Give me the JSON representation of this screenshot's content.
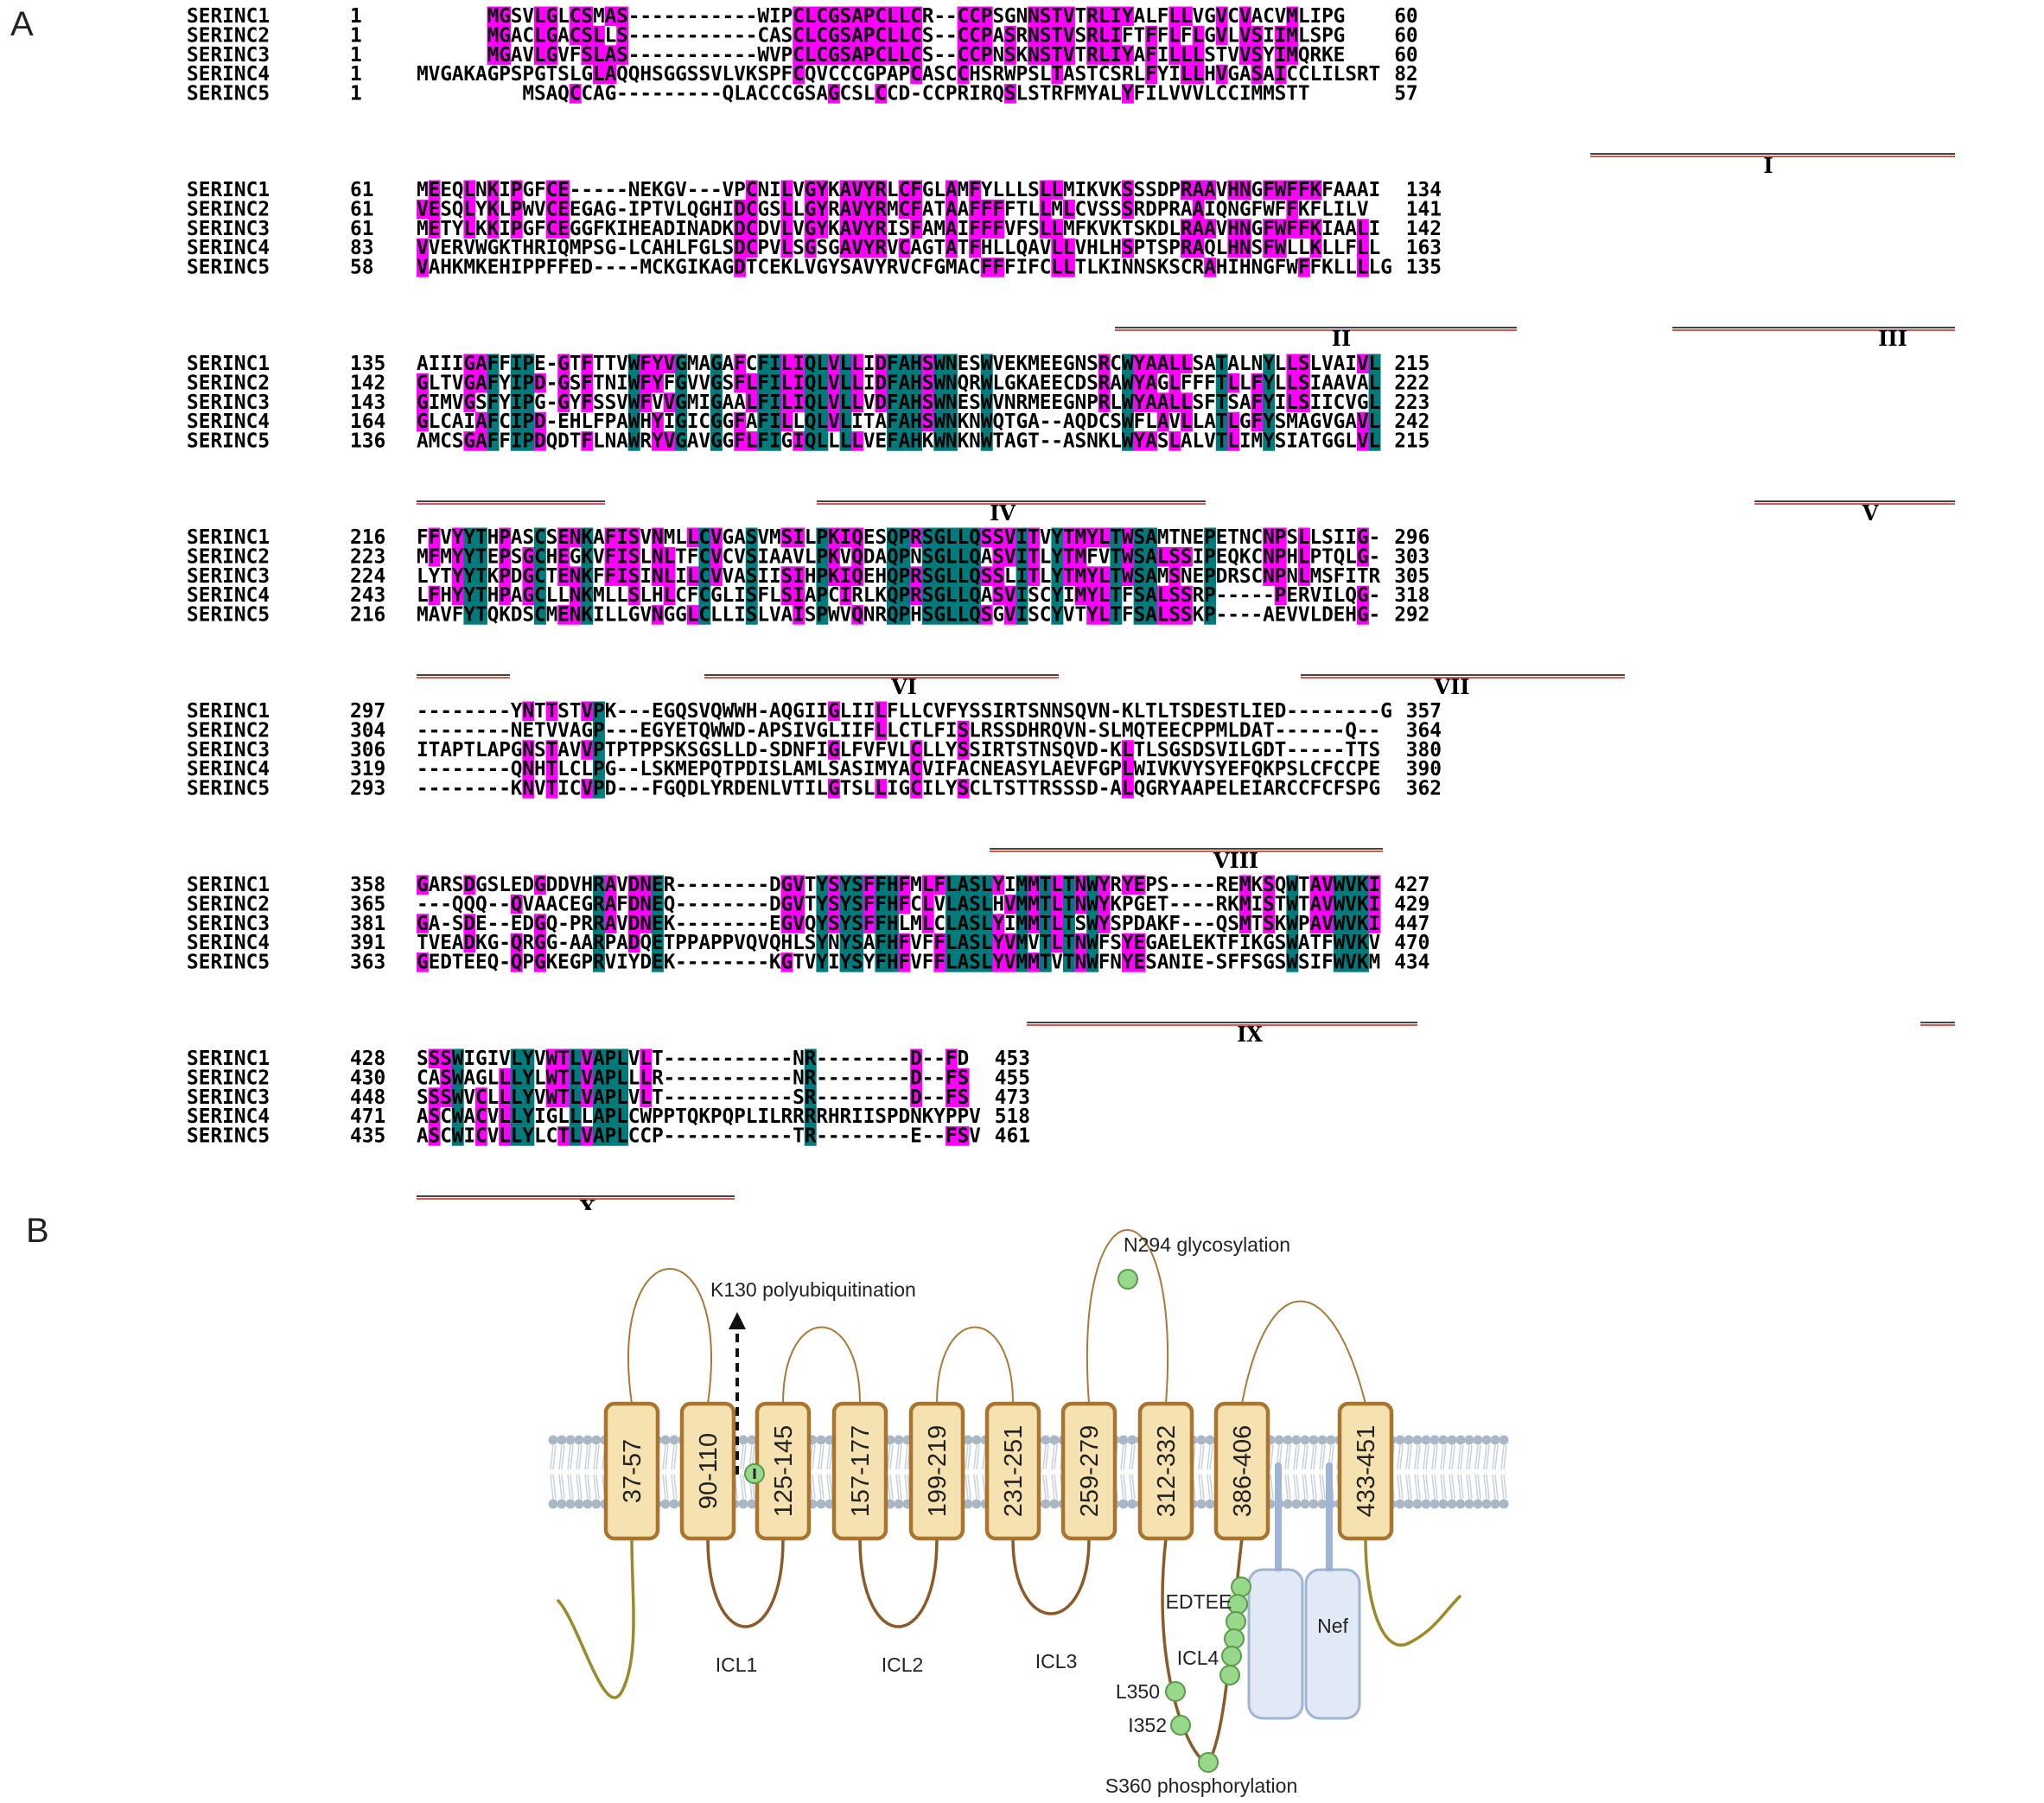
{
  "panel_a": {
    "label": "A",
    "colors": {
      "teal": "#007a7a",
      "magenta": "#ff00ff",
      "underline": "#d85a4a"
    },
    "blocks": [
      {
        "rows": [
          {
            "name": "SERINC1",
            "start": "1",
            "seq": "      MGSVLGLCSMAS-----------WIPCLCGSAPCLLCR--CCPSGNNSTVTRLIYALFLLVGVCVACVMLIPG",
            "end": "60",
            "hl": "                 tt  tt            tt  mm  t   m  m   mm   t  m m   tt mtt     ttt tttmtt tttm      "
          },
          {
            "name": "SERINC2",
            "start": "1",
            "seq": "      MGACLGACSLLS-----------CASCLCGSAPCLLCS--CCPASRNSTVSRLIFTFFLFLGVLVSIIMLSPG",
            "end": "60",
            "hl": ""
          },
          {
            "name": "SERINC3",
            "start": "1",
            "seq": "      MGAVLGVFSLAS-----------WVPCLCGSAPCLLCS--CCPNSKNSTVTRLIYAFILLLSTVVSYIMQRKE",
            "end": "60",
            "hl": ""
          },
          {
            "name": "SERINC4",
            "start": "1",
            "seq": "MVGAKAGPSPGTSLGLAQQHSGGSSVLVKSPFCQVCCCGPAPCASCCHSRWPSLTASTCSRLFYILLHVGASAICCLILSRT",
            "end": "82",
            "hl": ""
          },
          {
            "name": "SERINC5",
            "start": "1",
            "seq": "         MSAQCCAG---------QLACCCGSAGCSLCCD-CCPRIRQSLSTRFMYALYFILVVVLCCIMMSTT",
            "end": "57",
            "hl": ""
          }
        ]
      },
      {
        "rows": [
          {
            "name": "SERINC1",
            "start": "61",
            "seq": "MEEQLNKIPGFCE-----NEKGV---VPCNILVGYKAVYRLCFGLAMFYLLLSLLMIKVKSSSDPRAAVHNGFWFFKFAAAI",
            "end": "134"
          },
          {
            "name": "SERINC2",
            "start": "61",
            "seq": "VESQLYKLPWVCEEGAG-IPTVLQGHIDCGSLLGYRAVYRMCFATAAFFFFTLLMLCVSSSRDPRAAIQNGFWFFKFLILV",
            "end": "141"
          },
          {
            "name": "SERINC3",
            "start": "61",
            "seq": "METYLKKIPGFCEGGFKIHEADINADKDCDVLVGYKAVYRISFAMAIFFFVFSLLMFKVKTSKDLRAAVHNGFWFFKIAALI",
            "end": "142"
          },
          {
            "name": "SERINC4",
            "start": "83",
            "seq": "VVERVWGKTHRIQMPSG-LCAHLFGLSDCPVLSGSGAVYRVCAGTATFHLLQAVLLVHLHSPTSPRAQLHNSFWLLKLLFLL",
            "end": "163"
          },
          {
            "name": "SERINC5",
            "start": "58",
            "seq": "VAHKMKEHIPPFFED----MCKGIKAGDTCEKLVGYSAVYRVCFGMACFFFIFCLLTLKINNSKSCRAHIHNGFWFFKLLLLG",
            "end": "135"
          }
        ]
      },
      {
        "rows": [
          {
            "name": "SERINC1",
            "start": "135",
            "seq": "AIIIGAFFIPE-GTFTTVWFYVGMAGAFCFILIQLVLLIDFAHSWNESWVEKMEEGNSRCWYAALLSATALNYLLSLVAIVL",
            "end": "215"
          },
          {
            "name": "SERINC2",
            "start": "142",
            "seq": "GLTVGAFYIPD-GSFTNIWFYFGVVGSFLFILIQLVLLIDFAHSWNQRWLGKAEECDSRAWYAGLFFFTLLFYLLSIAAVAL",
            "end": "222"
          },
          {
            "name": "SERINC3",
            "start": "143",
            "seq": "GIMVGSFYIPG-GYFSSVWFVVGMIGAALFILIQLVLLVDFAHSWNESWVNRMEEGNPRLWYAALLSFTSAFYILSIICVGL",
            "end": "223"
          },
          {
            "name": "SERINC4",
            "start": "164",
            "seq": "GLCAIAFCIPD-EHLFPAWHYIGICGGFAFILLQLVLITAFAHSWNKNWQTGA--AQDCSWFLAVLLATLGFYSMAGVGAVL",
            "end": "242"
          },
          {
            "name": "SERINC5",
            "start": "136",
            "seq": "AMCSGAFFIPDQDTFLNAWRYVGAVGGFLFIGIQLLLLVEFAHKWNKNWTAGT--ASNKLWYASLALVTLIMYSIATGGLVL",
            "end": "215"
          }
        ]
      },
      {
        "rows": [
          {
            "name": "SERINC1",
            "start": "216",
            "seq": "FFVYYTHPASCSENKAFISVNMLLCVGASVMSILPKIQESQPRSGLLQSSVITVYTMYLTWSAMTNEPETNCNPSLLSIIG-",
            "end": "296"
          },
          {
            "name": "SERINC2",
            "start": "223",
            "seq": "MFMYYTEPSGCHEGKVFISLNLTFCVCVSIAAVLPKVQDAQPNSGLLQASVITLYTMFVTWSALSSIPEQKCNPHLPTQLG-",
            "end": "303"
          },
          {
            "name": "SERINC3",
            "start": "224",
            "seq": "LYTYYTKPDGCTENKFFISINLILCVVASIISIHPKIQEHQPRSGLLQSSLITLYTMYLTWSAMSNEPDRSCNPNLMSFITR",
            "end": "305"
          },
          {
            "name": "SERINC4",
            "start": "243",
            "seq": "LFHYYTHPAGCLLNKMLLSLHLCFCGLISFLSIAPCIRLKQPRSGLLQASVISCYIMYLTFSALSSRP-----PERVILQG-",
            "end": "318"
          },
          {
            "name": "SERINC5",
            "start": "216",
            "seq": "MAVFYTQKDSCMENKILLGVNGGLCLLISLVAISPWVQNRQPHSGLLQSGVISCYVTYLTFSALSSKP----AEVVLDEHG-",
            "end": "292"
          }
        ]
      },
      {
        "rows": [
          {
            "name": "SERINC1",
            "start": "297",
            "seq": "--------YNTTSTVPK---EGQSVQWWH-AQGIIGLIILFLLCVFYSSIRTSNNSQVN-KLTLTSDESTLIED--------G",
            "end": "357"
          },
          {
            "name": "SERINC2",
            "start": "304",
            "seq": "--------NETVVAGP---EGYETQWWD-APSIVGLIIFLLCTLFISLRSSDHRQVN-SLMQTEECPPMLDAT------Q--",
            "end": "364"
          },
          {
            "name": "SERINC3",
            "start": "306",
            "seq": "ITAPTLAPGNSTAVVPTPTPPSKSGSLLD-SDNFIGLFVFVLCLLYSSIRTSTNSQVD-KLTLSGSDSVILGDT-----TTS",
            "end": "380"
          },
          {
            "name": "SERINC4",
            "start": "319",
            "seq": "--------QNHTLCLPG--LSKMEPQTPDISLAMLSASIMYACVIFACNEASYLAEVFGPLWIVKVYSYEFQKPSLCFCCPE",
            "end": "390"
          },
          {
            "name": "SERINC5",
            "start": "293",
            "seq": "--------KNVTICVPD---FGQDLYRDENLVTILGTSLLIGCILYSCLTSTTRSSSD-ALQGRYAAPELEIARCCFCFSPG",
            "end": "362"
          }
        ]
      },
      {
        "rows": [
          {
            "name": "SERINC1",
            "start": "358",
            "seq": "GARSDGSLEDGDDVHRAVDNER--------DGVTYSYSFFHFMLFLASLYIMMTLTNWYRYEPS----REMKSQWTAVWVKI",
            "end": "427"
          },
          {
            "name": "SERINC2",
            "start": "365",
            "seq": "---QQQ--QVAACEGRAFDNEQ--------DGVTYSYSFFHFCLVLASLHVMMTLTNWYKPGET----RKMISTWTAVWVKI",
            "end": "429"
          },
          {
            "name": "SERINC3",
            "start": "381",
            "seq": "GA-SDE--EDGQ-PRRAVDNEK--------EGVQYSYSFFHLMLCLASLYIMMTLTSWYSPDAKF---QSMTSKWPAVWVKI",
            "end": "447"
          },
          {
            "name": "SERINC4",
            "start": "391",
            "seq": "TVEADKG-QRGG-AARPADQETPPAPPVQVQHLSYNYSAFHFVFFLASLYVMVTLTNWFSYEGAELEKTFIKGSWATFWVKV",
            "end": "470"
          },
          {
            "name": "SERINC5",
            "start": "363",
            "seq": "GEDTEEQ-QPGKEGPRVIYDEK--------KGTVYIYSYFHFVFFLASLYVMMTVTNWFNYESANIE-SFFSGSWSIFWVKM",
            "end": "434"
          }
        ]
      },
      {
        "rows": [
          {
            "name": "SERINC1",
            "start": "428",
            "seq": "SSSWIGIVLYVWTLVAPLVLT-----------NR--------D--FD",
            "end": "453"
          },
          {
            "name": "SERINC2",
            "start": "430",
            "seq": "CASWAGLLLYLWTLVAPLLLR-----------NR--------D--FS",
            "end": "455"
          },
          {
            "name": "SERINC3",
            "start": "448",
            "seq": "SSSWVCLLLYVWTLVAPLVLT-----------SR--------D--FS",
            "end": "473"
          },
          {
            "name": "SERINC4",
            "start": "471",
            "seq": "ASCWACVLLYIGLLLAPLCWPPTQKPQPLILRRRRHRIISPDNKYPPV",
            "end": "518"
          },
          {
            "name": "SERINC5",
            "start": "435",
            "seq": "ASCWICVLLYLCTLVAPLCCP-----------TR--------E--FSV",
            "end": "461"
          }
        ]
      }
    ],
    "tm_labels": [
      "I",
      "II",
      "III",
      "IV",
      "V",
      "VI",
      "VII",
      "VIII",
      "IX",
      "X"
    ]
  },
  "panel_b": {
    "label": "B",
    "colors": {
      "box_fill": "#f6e1b0",
      "box_stroke": "#a8742e",
      "loop": "#8b5a2b",
      "loop_tail": "#9a8a2a",
      "membrane": "#a9b7c6",
      "dot": "#98d88a",
      "nef_fill": "#dbe6f4",
      "nef_stroke": "#8fa7c8"
    },
    "tm_segments": [
      "37-57",
      "90-110",
      "125-145",
      "157-177",
      "199-219",
      "231-251",
      "259-279",
      "312-332",
      "386-406",
      "433-451"
    ],
    "annotations": {
      "k130": "K130 polyubiquitination",
      "n294": "N294 glycosylation",
      "icl1": "ICL1",
      "icl2": "ICL2",
      "icl3": "ICL3",
      "icl4": "ICL4",
      "edtee": "EDTEE",
      "l350": "L350",
      "i352": "I352",
      "s360": "S360 phosphorylation",
      "nef": "Nef"
    }
  }
}
